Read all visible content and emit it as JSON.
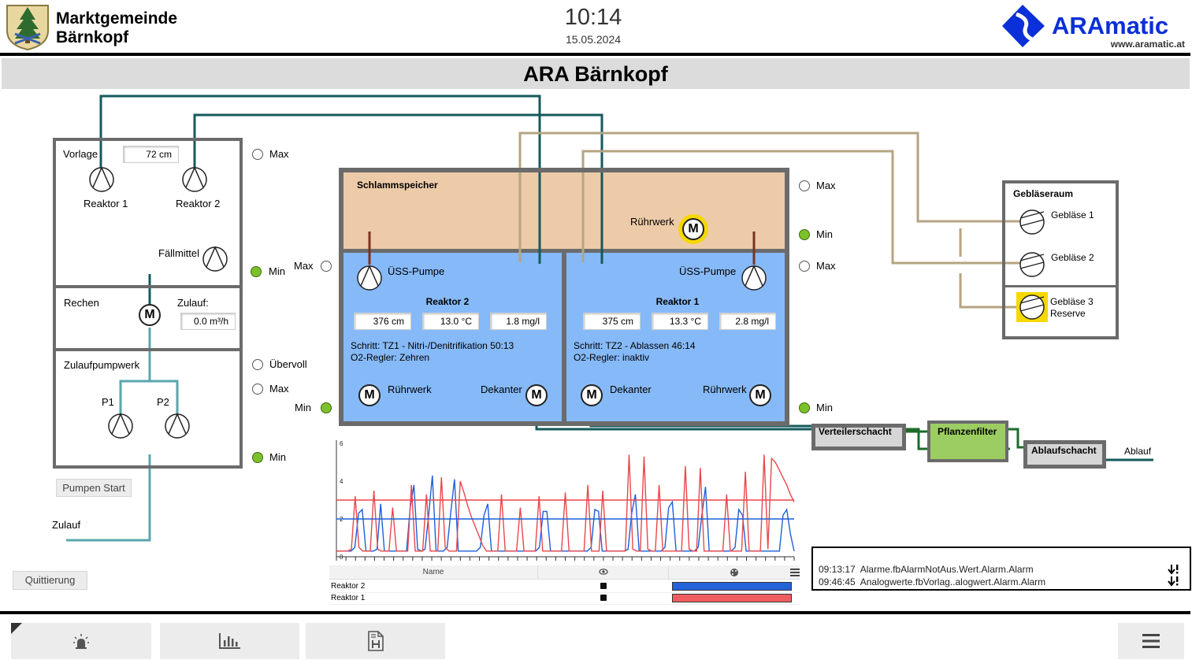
{
  "header": {
    "municipality_line1": "Marktgemeinde",
    "municipality_line2": "Bärnkopf",
    "time": "10:14",
    "date": "15.05.2024",
    "brand": "ARAmatic",
    "brand_url": "www.aramatic.at",
    "page_title": "ARA Bärnkopf"
  },
  "vorlage": {
    "label": "Vorlage",
    "level": "72 cm",
    "pump1": "Reaktor 1",
    "pump2": "Reaktor 2",
    "faellmittel": "Fällmittel",
    "max_label": "Max",
    "min_label": "Min"
  },
  "rechen": {
    "label": "Rechen",
    "zulauf_label": "Zulauf:",
    "zulauf_value": "0.0 m³/h"
  },
  "zulaufpumpwerk": {
    "label": "Zulaufpumpwerk",
    "p1": "P1",
    "p2": "P2",
    "uebervoll": "Übervoll",
    "max": "Max",
    "min": "Min",
    "pump_start": "Pumpen Start",
    "zulauf": "Zulauf"
  },
  "schlammspeicher": {
    "label": "Schlammspeicher",
    "ruehrwerk": "Rührwerk",
    "max": "Max",
    "min": "Min",
    "left_max": "Max",
    "left_min": "Min"
  },
  "reaktor2": {
    "title": "Reaktor 2",
    "pump": "ÜSS-Pumpe",
    "level": "376 cm",
    "temp": "13.0 °C",
    "o2": "1.8 mg/l",
    "step": "Schritt: TZ1 - Nitri-/Denitrifikation 50:13",
    "o2_regler": "O2-Regler: Zehren",
    "ruehrwerk": "Rührwerk",
    "dekanter": "Dekanter"
  },
  "reaktor1": {
    "title": "Reaktor 1",
    "pump": "ÜSS-Pumpe",
    "level": "375 cm",
    "temp": "13.3 °C",
    "o2": "2.8 mg/l",
    "step": "Schritt: TZ2 - Ablassen 46:14",
    "o2_regler": "O2-Regler: inaktiv",
    "ruehrwerk": "Rührwerk",
    "dekanter": "Dekanter",
    "max": "Max",
    "min": "Min"
  },
  "geblaeseraum": {
    "label": "Gebläseraum",
    "g1": "Gebläse 1",
    "g2": "Gebläse 2",
    "g3_line1": "Gebläse 3",
    "g3_line2": "Reserve"
  },
  "outflow": {
    "verteiler": "Verteilerschacht",
    "pflanzen": "Pflanzenfilter",
    "ablaufschacht": "Ablaufschacht",
    "ablauf": "Ablauf"
  },
  "chart_data": {
    "type": "line",
    "ylim": [
      0,
      6
    ],
    "yticks": [
      "0",
      "2",
      "4",
      "6"
    ],
    "series": [
      {
        "name": "Reaktor 2",
        "color": "#1f5fd6",
        "values": [
          0.3,
          0.3,
          0.3,
          0.3,
          0.3,
          0.5,
          2.3,
          2.5,
          0.3,
          0.3,
          0.3,
          0.4,
          2.8,
          0.3,
          0.3,
          0.3,
          0.3,
          0.3,
          0.3,
          0.3,
          2.6,
          3.8,
          0.4,
          0.3,
          0.4,
          2.2,
          4.3,
          0.3,
          0.3,
          0.3,
          0.5,
          2.4,
          4.1,
          0.3,
          0.3,
          0.3,
          0.3,
          0.3,
          0.3,
          0.5,
          2.2,
          2.8,
          0.3,
          0.3,
          0.3,
          0.3,
          0.3,
          0.3,
          0.3,
          0.3,
          0.3,
          0.3,
          0.3,
          0.3,
          0.3,
          0.5,
          2.4,
          2.4,
          0.3,
          0.3,
          0.3,
          0.3,
          0.3,
          0.3,
          0.3,
          0.3,
          0.3,
          0.3,
          0.3,
          0.5,
          2.5,
          2.4,
          0.3,
          0.3,
          0.3,
          0.3,
          0.3,
          0.3,
          0.3,
          0.4,
          2.3,
          3.3,
          0.3,
          0.3,
          0.3,
          0.3,
          0.3,
          0.3,
          0.3,
          0.5,
          2.6,
          2.9,
          0.3,
          0.3,
          0.3,
          0.3,
          0.3,
          0.3,
          0.5,
          2.2,
          3.7,
          0.3,
          0.3,
          0.3,
          0.3,
          0.3,
          0.3,
          0.3,
          0.5,
          2.5,
          2.2,
          0.3,
          0.3,
          0.3,
          0.3,
          0.3,
          0.3,
          0.3,
          0.3,
          0.3,
          0.3,
          2.2,
          2.5,
          1.2,
          0.3
        ]
      },
      {
        "name": "Reaktor 1",
        "color": "#e8474c",
        "values": [
          0.3,
          0.3,
          0.3,
          0.3,
          0.4,
          3.2,
          0.5,
          0.3,
          0.3,
          0.3,
          3.5,
          0.4,
          0.3,
          0.3,
          0.3,
          2.6,
          0.3,
          0.3,
          0.3,
          0.3,
          3.8,
          0.3,
          0.3,
          0.3,
          3.3,
          0.3,
          0.3,
          0.3,
          4.2,
          0.5,
          0.3,
          0.3,
          0.3,
          4.0,
          3.4,
          2.7,
          2.1,
          1.6,
          1.1,
          0.6,
          0.3,
          0.3,
          0.3,
          0.3,
          3.3,
          0.3,
          0.3,
          0.3,
          0.3,
          2.6,
          0.3,
          0.3,
          0.3,
          0.3,
          3.2,
          0.3,
          0.3,
          0.3,
          0.3,
          0.3,
          0.3,
          3.4,
          0.3,
          0.3,
          0.3,
          0.3,
          0.3,
          3.8,
          0.3,
          0.3,
          0.3,
          3.5,
          0.3,
          0.3,
          0.3,
          0.3,
          0.3,
          0.3,
          5.4,
          0.4,
          0.3,
          0.3,
          5.3,
          0.4,
          0.3,
          0.3,
          3.8,
          0.3,
          0.3,
          0.3,
          0.3,
          0.3,
          0.3,
          4.8,
          0.4,
          0.3,
          0.3,
          4.7,
          0.3,
          0.3,
          0.3,
          0.3,
          0.3,
          0.3,
          3.3,
          0.3,
          0.3,
          0.3,
          0.3,
          4.5,
          0.3,
          0.3,
          0.3,
          0.3,
          5.4,
          0.4,
          5.2,
          5.0,
          4.6,
          4.2,
          3.8,
          3.3,
          2.9
        ]
      },
      {
        "name": "Reaktor 1 Sollwert",
        "color": "#e8474c",
        "values": [
          3.0
        ]
      },
      {
        "name": "Reaktor 2 Sollwert",
        "color": "#1f5fd6",
        "values": [
          2.0
        ]
      }
    ]
  },
  "legend_table": {
    "col_name": "Name",
    "rows": [
      {
        "name": "Reaktor 2",
        "color": "#2563d9"
      },
      {
        "name": "Reaktor 1",
        "color": "#f05d60"
      }
    ]
  },
  "alarms": [
    {
      "time": "09:13:17",
      "text": "Alarme.fbAlarmNotAus.Wert.Alarm.Alarm"
    },
    {
      "time": "09:46:45",
      "text": "Analogwerte.fbVorlag..alogwert.Alarm.Alarm"
    }
  ],
  "buttons": {
    "quittierung": "Quittierung"
  },
  "nav": {
    "alarm_icon": "alarm-light-icon",
    "chart_icon": "bar-chart-icon",
    "report_icon": "report-document-icon",
    "menu_icon": "hamburger-menu-icon"
  }
}
